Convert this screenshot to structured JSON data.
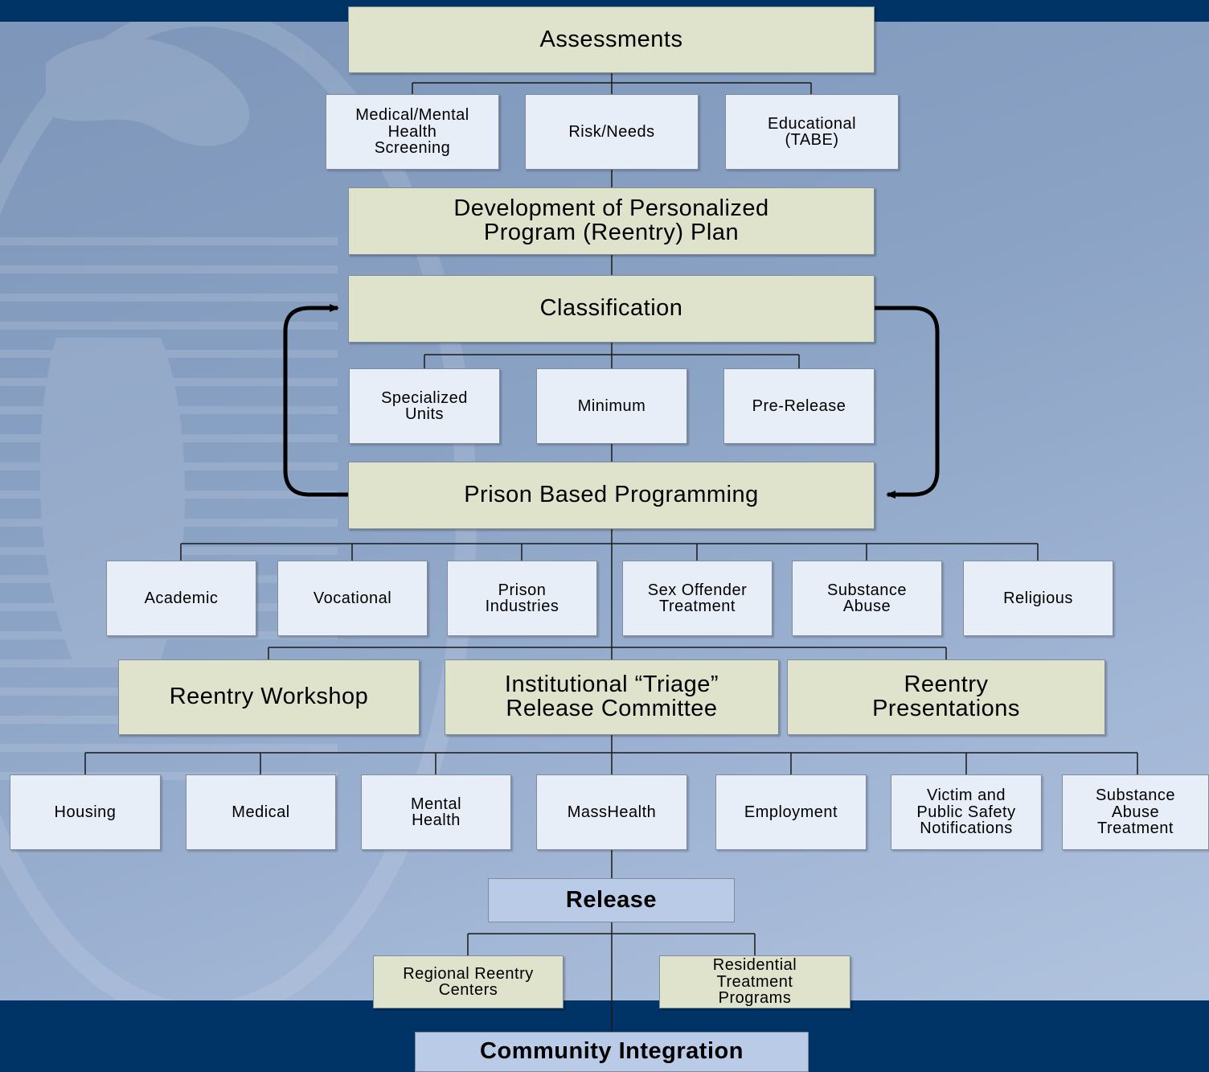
{
  "flowchart": {
    "assessments": "Assessments",
    "assessment_items": [
      "Medical/Mental\nHealth\nScreening",
      "Risk/Needs",
      "Educational\n(TABE)"
    ],
    "plan": "Development of Personalized\nProgram (Reentry) Plan",
    "classification": "Classification",
    "classification_items": [
      "Specialized\nUnits",
      "Minimum",
      "Pre-Release"
    ],
    "programming": "Prison Based Programming",
    "programming_items": [
      "Academic",
      "Vocational",
      "Prison\nIndustries",
      "Sex Offender\nTreatment",
      "Substance\nAbuse",
      "Religious"
    ],
    "reentry_workshop": "Reentry Workshop",
    "triage": "Institutional “Triage”\nRelease Committee",
    "reentry_presentations": "Reentry\nPresentations",
    "triage_items": [
      "Housing",
      "Medical",
      "Mental\nHealth",
      "MassHealth",
      "Employment",
      "Victim and\nPublic Safety\nNotifications",
      "Substance\nAbuse\nTreatment"
    ],
    "release": "Release",
    "release_items": [
      "Regional Reentry\nCenters",
      "Residential\nTreatment\nPrograms"
    ],
    "community": "Community Integration"
  },
  "colors": {
    "navy_band": "#003366",
    "stage_box": "#dfe3cc",
    "sub_box": "#e8eef8",
    "release_box": "#b9cbe7"
  }
}
